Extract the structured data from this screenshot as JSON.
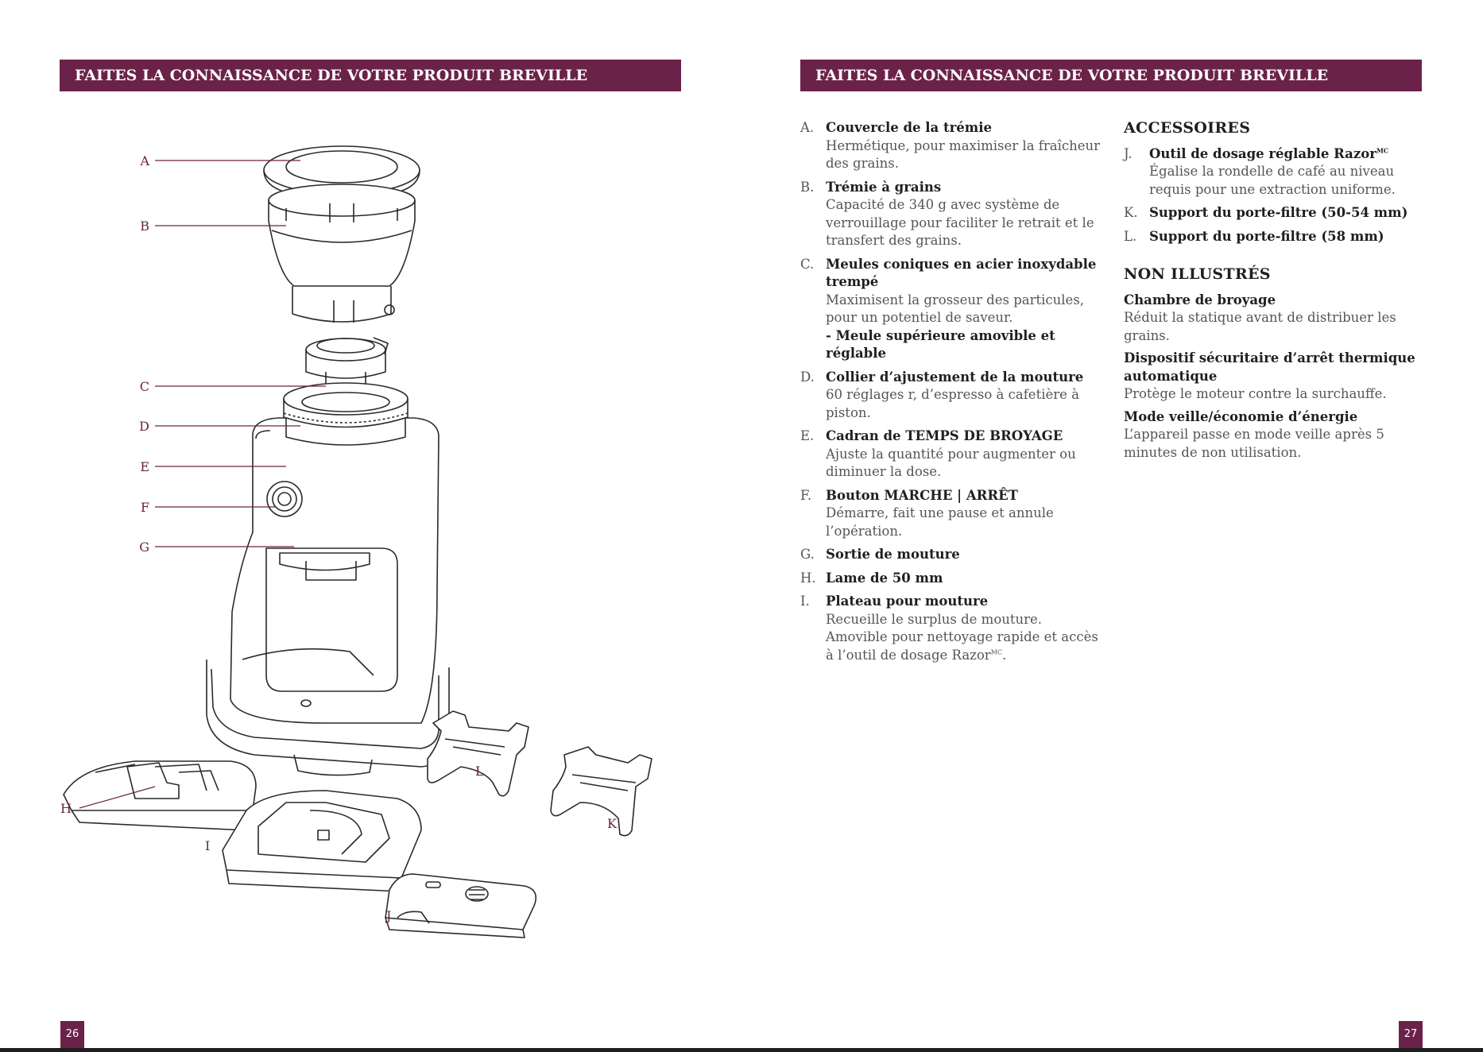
{
  "header": {
    "left_title": "FAITES LA CONNAISSANCE DE VOTRE PRODUIT BREVILLE",
    "right_title": "FAITES LA CONNAISSANCE DE VOTRE PRODUIT BREVILLE"
  },
  "pages": {
    "left": "26",
    "right": "27"
  },
  "diagram_labels": {
    "A": "A",
    "B": "B",
    "C": "C",
    "D": "D",
    "E": "E",
    "F": "F",
    "G": "G",
    "H": "H",
    "I": "I",
    "J": "J",
    "K": "K",
    "L": "L"
  },
  "parts": [
    {
      "letter": "A.",
      "title": "Couvercle de la trémie",
      "desc": "Hermétique, pour maximiser la fraîcheur des grains."
    },
    {
      "letter": "B.",
      "title": "Trémie à grains",
      "desc": "Capacité de 340 g avec système de verrouillage pour faciliter le retrait et le transfert des grains."
    },
    {
      "letter": "C.",
      "title": "Meules coniques en acier inoxydable trempé",
      "desc": "Maximisent la grosseur des particules, pour un potentiel de saveur.",
      "extra": "- Meule supérieure amovible et réglable"
    },
    {
      "letter": "D.",
      "title": "Collier d’ajustement de la mouture",
      "desc": "60 réglages r, d’espresso à cafetière à piston."
    },
    {
      "letter": "E.",
      "title": "Cadran de TEMPS DE BROYAGE",
      "desc": "Ajuste la quantité pour augmenter ou diminuer la dose."
    },
    {
      "letter": "F.",
      "title": "Bouton MARCHE | ARRÊT",
      "desc": "Démarre, fait une pause et annule l’opération."
    },
    {
      "letter": "G.",
      "title": "Sortie de mouture",
      "desc": ""
    },
    {
      "letter": "H.",
      "title": "Lame de 50 mm",
      "desc": ""
    },
    {
      "letter": "I.",
      "title": "Plateau pour mouture",
      "desc": "Recueille le surplus de mouture. Amovible pour nettoyage rapide et  accès à l’outil de dosage Razor",
      "desc_sup": "MC",
      "desc_end": "."
    }
  ],
  "accessories": {
    "heading": "ACCESSOIRES",
    "items": [
      {
        "letter": "J.",
        "title": "Outil de dosage réglable Razor",
        "title_sup": "MC",
        "desc": "Égalise la rondelle de café au niveau requis pour une extraction uniforme."
      },
      {
        "letter": "K.",
        "title": "Support du porte-filtre (50-54 mm)",
        "desc": ""
      },
      {
        "letter": "L.",
        "title": "Support du porte-filtre (58 mm)",
        "desc": ""
      }
    ]
  },
  "not_shown": {
    "heading": "NON ILLUSTRÉS",
    "items": [
      {
        "title": "Chambre de broyage",
        "desc": "Réduit la statique avant de distribuer les grains."
      },
      {
        "title": "Dispositif sécuritaire d’arrêt thermique automatique",
        "desc": "Protège le moteur contre la surchauffe."
      },
      {
        "title": "Mode veille/économie d’énergie",
        "desc": "L’appareil passe en mode veille après 5 minutes de non utilisation."
      }
    ]
  },
  "colors": {
    "accent": "#6b2249",
    "text": "#3a3a3a"
  }
}
